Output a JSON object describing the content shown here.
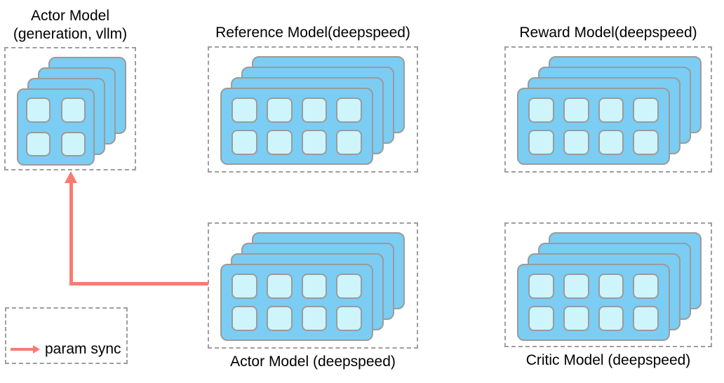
{
  "models": [
    {
      "id": "actor-generation",
      "title_line1": "Actor Model",
      "title_line2": "(generation, vllm)",
      "layers": 4,
      "grid_cols": 2,
      "grid_rows": 2
    },
    {
      "id": "reference",
      "title": "Reference Model(deepspeed)",
      "layers": 4,
      "grid_cols": 4,
      "grid_rows": 2
    },
    {
      "id": "reward",
      "title": "Reward Model(deepspeed)",
      "layers": 4,
      "grid_cols": 4,
      "grid_rows": 2
    },
    {
      "id": "actor-training",
      "title": "Actor Model (deepspeed)",
      "layers": 4,
      "grid_cols": 4,
      "grid_rows": 2
    },
    {
      "id": "critic",
      "title": "Critic Model (deepspeed)",
      "layers": 4,
      "grid_cols": 4,
      "grid_rows": 2
    }
  ],
  "legend": {
    "label": "param sync"
  },
  "arrow": {
    "meaning": "param sync",
    "from": "actor-training",
    "to": "actor-generation"
  },
  "colors": {
    "card_blue": "#7BCDF3",
    "cell_cyan": "#CDF5FB",
    "card_border": "#9B9B9B",
    "dashed_border": "#9E9E9E",
    "arrow_red": "#F97B72",
    "text": "#000000"
  }
}
